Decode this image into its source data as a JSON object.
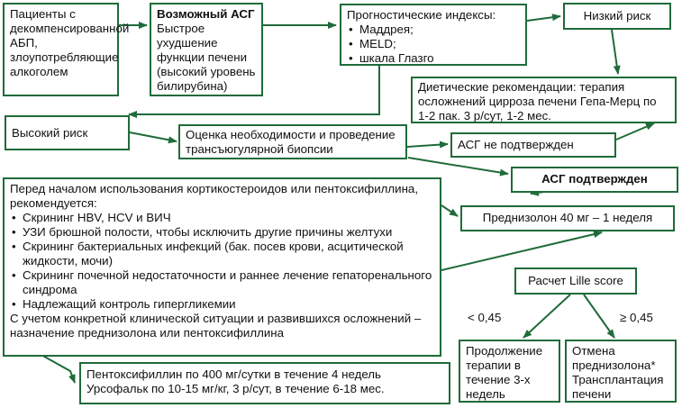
{
  "boxes": {
    "patients": "Пациенты с декомпенсированной АБП, злоупотребляющие алкоголем",
    "possible_title": "Возможный АСГ",
    "possible_body": "Быстрое ухудшение функции печени (высокий уровень билирубина)",
    "prognostic_title": "Прогностические индексы:",
    "prognostic_items": [
      "Маддрея;",
      "MELD;",
      "шкала Глазго"
    ],
    "low_risk": "Низкий риск",
    "diet": "Диетические рекомендации: терапия осложнений цирроза печени Гепа-Мерц по 1-2 пак. 3 р/сут, 1-2 мес.",
    "high_risk": "Высокий риск",
    "biopsy": "Оценка необходимости и проведение трансъюгулярной биопсии",
    "not_confirmed": "АСГ не подтвержден",
    "confirmed": "АСГ подтвержден",
    "screening_intro": "Перед началом использования кортикостероидов или пентоксифиллина, рекомендуется:",
    "screening_items": [
      "Скрининг HBV, HCV и ВИЧ",
      "УЗИ брюшной полости, чтобы исключить другие причины желтухи",
      "Скрининг бактериальных инфекций (бак. посев крови, асцитической жидкости, мочи)",
      "Скрининг почечной недостаточности и раннее лечение гепаторенального синдрома",
      "Надлежащий контроль гипергликемии"
    ],
    "screening_outro": "С учетом конкретной клинической ситуации и развившихся осложнений – назначение преднизолона или пентоксифиллина",
    "prednisolone": "Преднизолон 40 мг – 1 неделя",
    "lille": "Расчет Lille score",
    "continue": "Продолжение терапии в течение 3-х недель",
    "cancel": "Отмена преднизолона* Трансплантация печени",
    "pentoxifylline_line1": "Пентоксифиллин по 400 мг/сутки в течение 4 недель",
    "pentoxifylline_line2": "Урсофальк по 10-15 мг/кг, 3 р/сут, в течение 6-18 мес."
  },
  "labels": {
    "less": "< 0,45",
    "greater_eq": "≥ 0,45"
  },
  "colors": {
    "border": "#1f6b3a",
    "arrow": "#1f6b3a",
    "background": "#ffffff",
    "text": "#111111"
  }
}
